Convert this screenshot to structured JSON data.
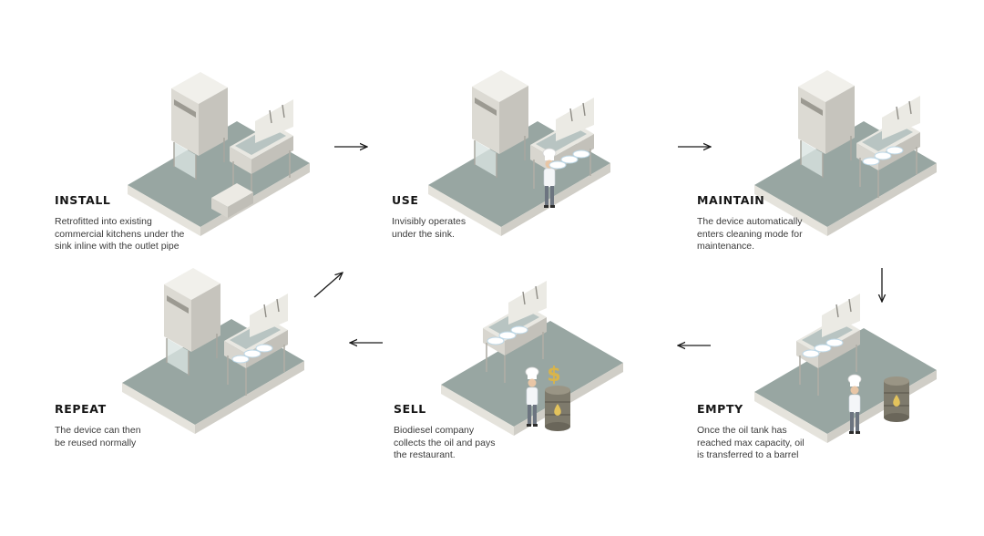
{
  "steps": [
    {
      "id": "install",
      "title": "INSTALL",
      "desc": [
        "Retrofitted into existing",
        "commercial kitchens under the",
        "sink inline with the outlet pipe"
      ]
    },
    {
      "id": "use",
      "title": "USE",
      "desc": [
        "Invisibly operates",
        "under the sink."
      ]
    },
    {
      "id": "maintain",
      "title": "MAINTAIN",
      "desc": [
        "The device automatically",
        "enters cleaning mode for",
        "maintenance."
      ]
    },
    {
      "id": "empty",
      "title": "EMPTY",
      "desc": [
        "Once the oil tank has",
        "reached max capacity, oil",
        "is transferred to a barrel"
      ]
    },
    {
      "id": "sell",
      "title": "SELL",
      "desc": [
        "Biodiesel company",
        "collects the oil and pays",
        "the restaurant."
      ]
    },
    {
      "id": "repeat",
      "title": "REPEAT",
      "desc": [
        "The device can then",
        "be reused normally"
      ]
    }
  ],
  "icons": {
    "dollar_symbol": "$"
  },
  "colors": {
    "floor_top": "#98a6a2",
    "floor_side_left": "#e5e3dc",
    "floor_side_right": "#d0cec7",
    "cabinet_light": "#ecebe6",
    "cabinet_mid": "#dad8d1",
    "cabinet_dark": "#c2c0b9",
    "barrel": "#7e7a6c",
    "arrow": "#1a1a1a"
  }
}
